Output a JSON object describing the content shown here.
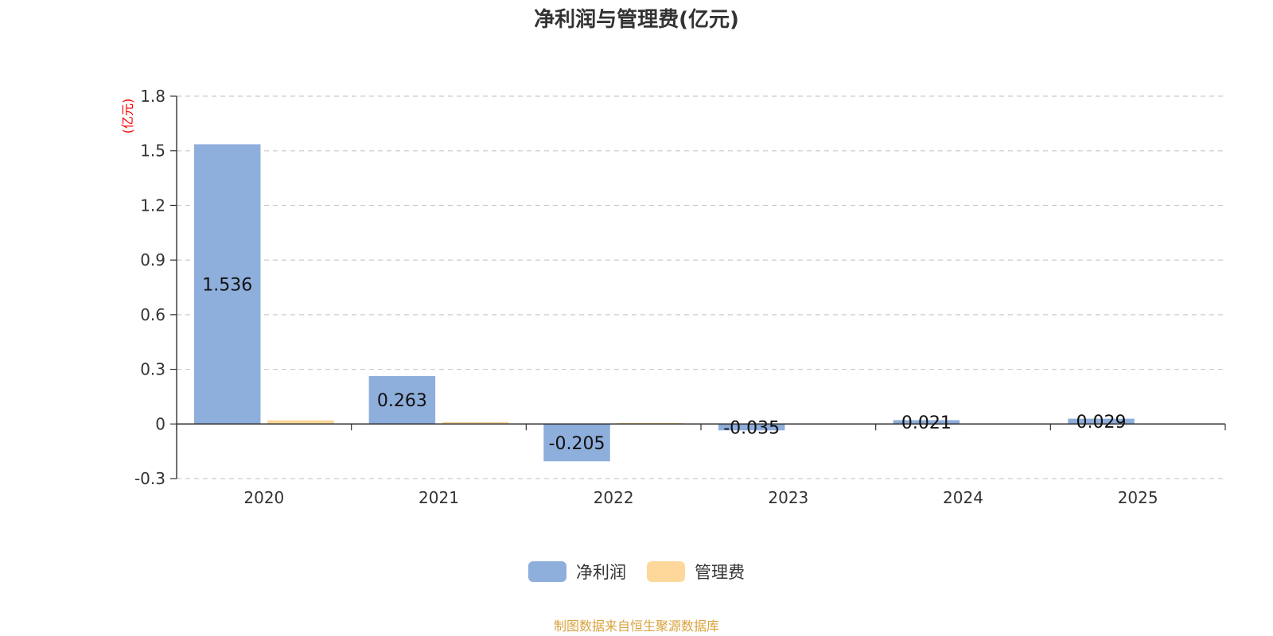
{
  "chart_data": {
    "type": "bar",
    "title": "净利润与管理费(亿元)",
    "ylabel": "(亿元)",
    "xlabel": "",
    "categories": [
      "2020",
      "2021",
      "2022",
      "2023",
      "2024",
      "2025"
    ],
    "series": [
      {
        "name": "净利润",
        "values": [
          1.536,
          0.263,
          -0.205,
          -0.035,
          0.021,
          0.029
        ],
        "color": "#8eaedb",
        "labels": [
          "1.536",
          "0.263",
          "-0.205",
          "-0.035",
          "0.021",
          "0.029"
        ]
      },
      {
        "name": "管理费",
        "values": [
          0.02,
          0.01,
          0.006,
          0.003,
          0.003,
          0.003
        ],
        "color": "#fdd89a"
      }
    ],
    "ylim": [
      -0.3,
      1.8
    ],
    "yticks": [
      -0.3,
      0,
      0.3,
      0.6,
      0.9,
      1.2,
      1.5,
      1.8
    ],
    "ytick_labels": [
      "-0.3",
      "0",
      "0.3",
      "0.6",
      "0.9",
      "1.2",
      "1.5",
      "1.8"
    ],
    "grid": true,
    "legend": "bottom-center"
  },
  "source": "制图数据来自恒生聚源数据库"
}
